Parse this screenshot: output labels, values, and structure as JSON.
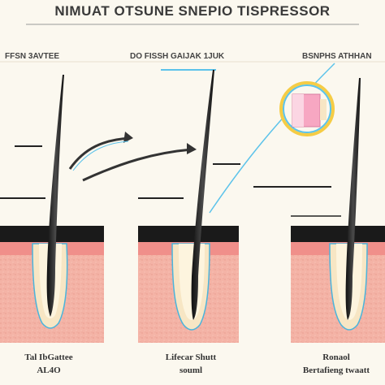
{
  "header": {
    "title": "NIMUAT OTSUNE SNEPIO TISPRESSOR"
  },
  "columns": [
    {
      "label": "FFSN 3AVTEE",
      "caption_line1": "Tal IbGattee",
      "caption_line2": "AL4O"
    },
    {
      "label": "DO FISSH GAIJAK 1JUK",
      "caption_line1": "Lifecar Shutt",
      "caption_line2": "souml"
    },
    {
      "label": "BSNPHS ATHHAN",
      "caption_line1": "Ronaol",
      "caption_line2": "Bertafieng twaatt"
    }
  ],
  "colors": {
    "background": "#fbf8ef",
    "skin_top": "#f08f8a",
    "skin_dermis": "#f4b3a6",
    "surface_band": "#1a1a1a",
    "hair": "#1c1c1c",
    "follicle_outline": "#4ab4dc",
    "accent_line": "#5cc3ea",
    "inset_fill": "#f7a7c2",
    "inset_ring": "#f5cc45"
  },
  "icons": {
    "arrows": "curved-arrow-icon",
    "inset": "magnified-follicle-icon"
  }
}
